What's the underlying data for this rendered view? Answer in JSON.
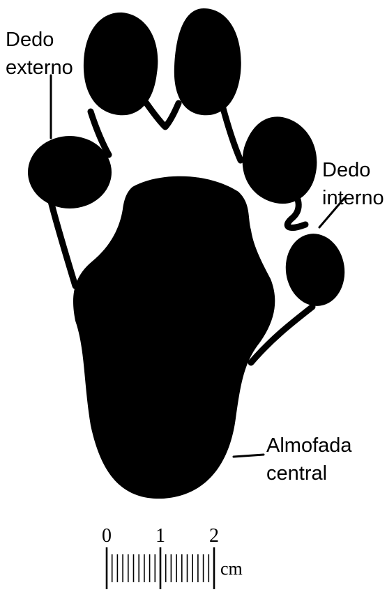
{
  "labels": {
    "outer_toe_line1": "Dedo",
    "outer_toe_line2": "externo",
    "inner_toe_line1": "Dedo",
    "inner_toe_line2": "interno",
    "central_pad_line1": "Almofada",
    "central_pad_line2": "central"
  },
  "scale": {
    "tick_labels": [
      "0",
      "1",
      "2"
    ],
    "unit": "cm",
    "minor_divisions_per_unit": 10
  },
  "colors": {
    "ink": "#000000",
    "background": "#ffffff"
  }
}
